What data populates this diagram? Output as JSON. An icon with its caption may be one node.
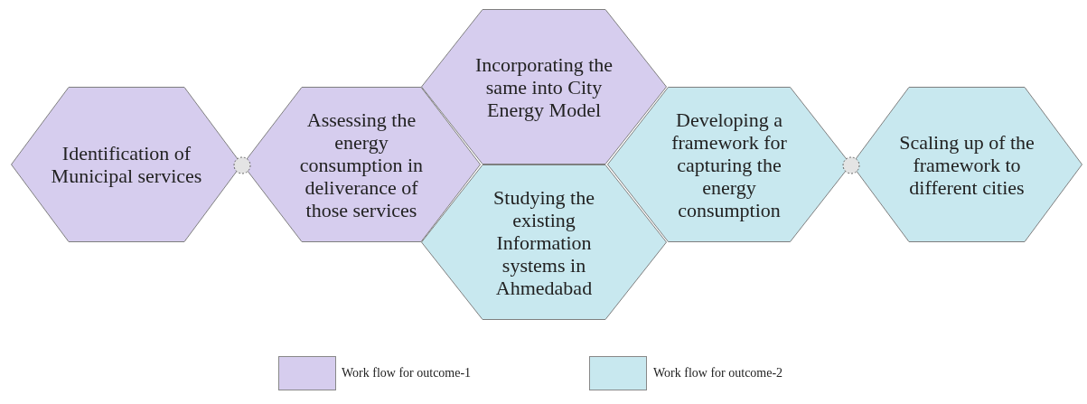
{
  "diagram": {
    "nodes": [
      {
        "text": [
          "Identification of Municipal services"
        ]
      },
      {
        "text": [
          "Assessing the energy consumption in deliverance of those services"
        ]
      },
      {
        "text": [
          "Incorporating the same into City Energy Model"
        ]
      },
      {
        "text": [
          "Studying the existing Information systems in Ahmedabad"
        ]
      },
      {
        "text": [
          "Developing a framework for capturing the energy consumption"
        ]
      },
      {
        "text": [
          "Scaling up of the framework to different cities"
        ]
      }
    ],
    "edges": [],
    "legend": [
      {
        "text": "Work flow for outcome-1",
        "color": "#d6cdee"
      },
      {
        "text": "Work flow for outcome-2",
        "color": "#c8e8ef"
      }
    ]
  }
}
